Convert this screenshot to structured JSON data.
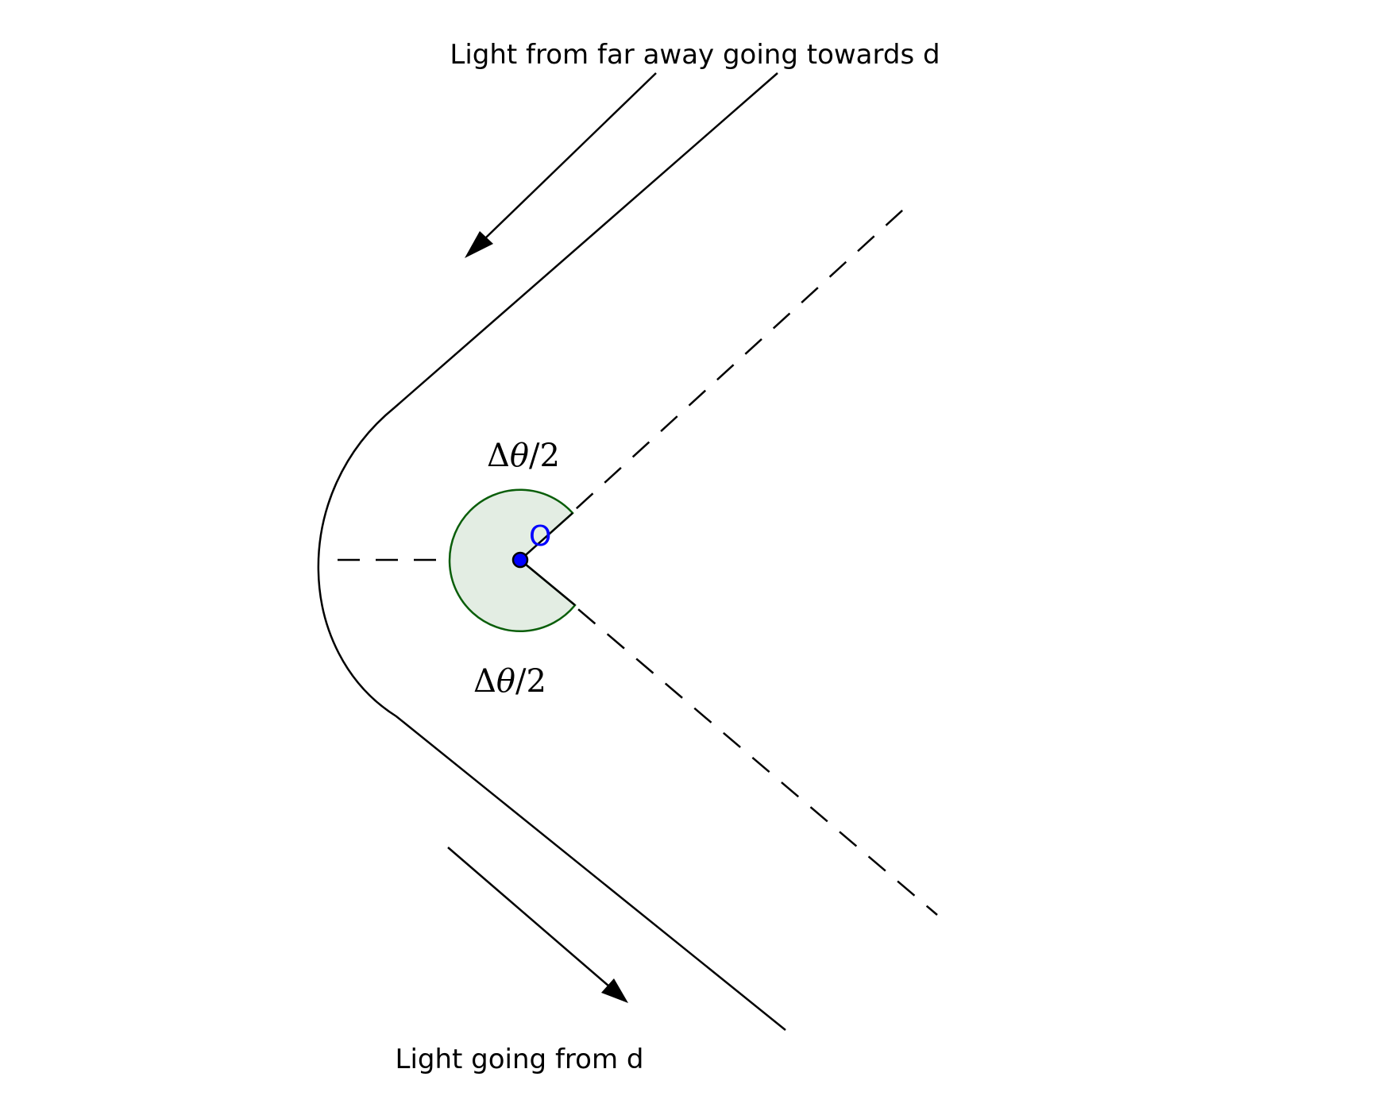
{
  "caption_top": "Light from far away going towards d",
  "caption_bottom": "Light going from d",
  "angle_label_upper": {
    "delta": "Δ",
    "theta": "θ",
    "rest": "/2"
  },
  "angle_label_lower": {
    "delta": "Δ",
    "theta": "θ",
    "rest": "/2"
  },
  "point_label": "O",
  "colors": {
    "stroke": "#000000",
    "wedge_fill": "#e3ede3",
    "wedge_stroke": "#0a5e0a",
    "point": "#0000ff",
    "point_label": "#0000ff"
  }
}
